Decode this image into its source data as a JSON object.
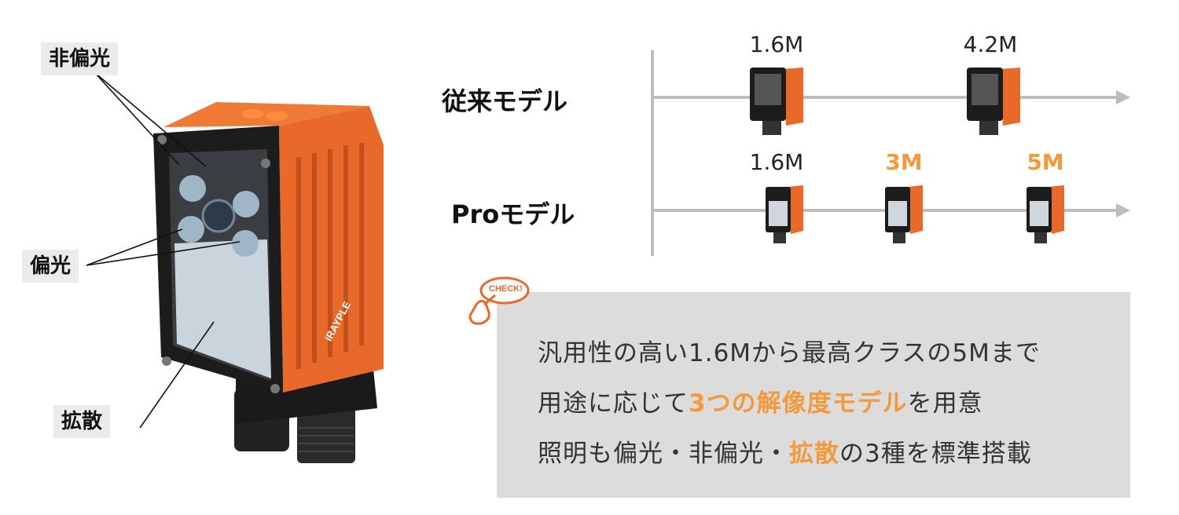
{
  "callouts": {
    "non_polarized": "非偏光",
    "polarized": "偏光",
    "diffuse": "拡散"
  },
  "camera_brand": "iRAYPLE",
  "timeline": {
    "conventional": {
      "label": "従来モデル",
      "resolutions": [
        "1.6M",
        "4.2M"
      ]
    },
    "pro": {
      "label": "Proモデル",
      "resolutions": [
        "1.6M",
        "3M",
        "5M"
      ]
    }
  },
  "check_badge": "CHECK!",
  "info_box": {
    "line1": "汎用性の高い1.6Mから最高クラスの5Mまで",
    "line2_pre": "用途に応じて",
    "line2_hl": "3つの解像度モデル",
    "line2_post": "を用意",
    "line3_pre": "照明も偏光・非偏光・",
    "line3_hl": "拡散",
    "line3_post": "の3種を標準搭載"
  },
  "colors": {
    "accent": "#f29a3c",
    "camera_orange": "#e8692a",
    "camera_dark": "#1e1e1e",
    "axis_gray": "#bdbdbd",
    "box_gray": "#dcdcdc"
  }
}
